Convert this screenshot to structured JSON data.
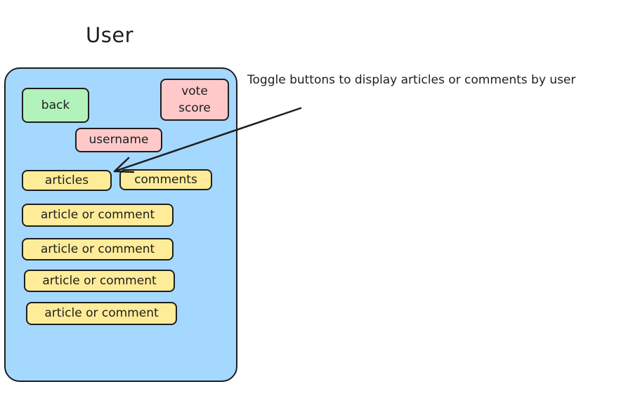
{
  "title": "User",
  "buttons": {
    "back": "back",
    "vote_score": "vote score",
    "username": "username"
  },
  "tabs": [
    {
      "label": "articles"
    },
    {
      "label": "comments"
    }
  ],
  "list_items": [
    "article or comment",
    "article or comment",
    "article or comment",
    "article or comment"
  ],
  "annotation": "Toggle buttons to display articles or comments by user",
  "colors": {
    "phone_background": "#a5d8ff",
    "back_button": "#b2f2bb",
    "vote_and_username": "#ffc9c9",
    "tabs_and_items": "#ffec99",
    "stroke": "#1e1e1e"
  }
}
